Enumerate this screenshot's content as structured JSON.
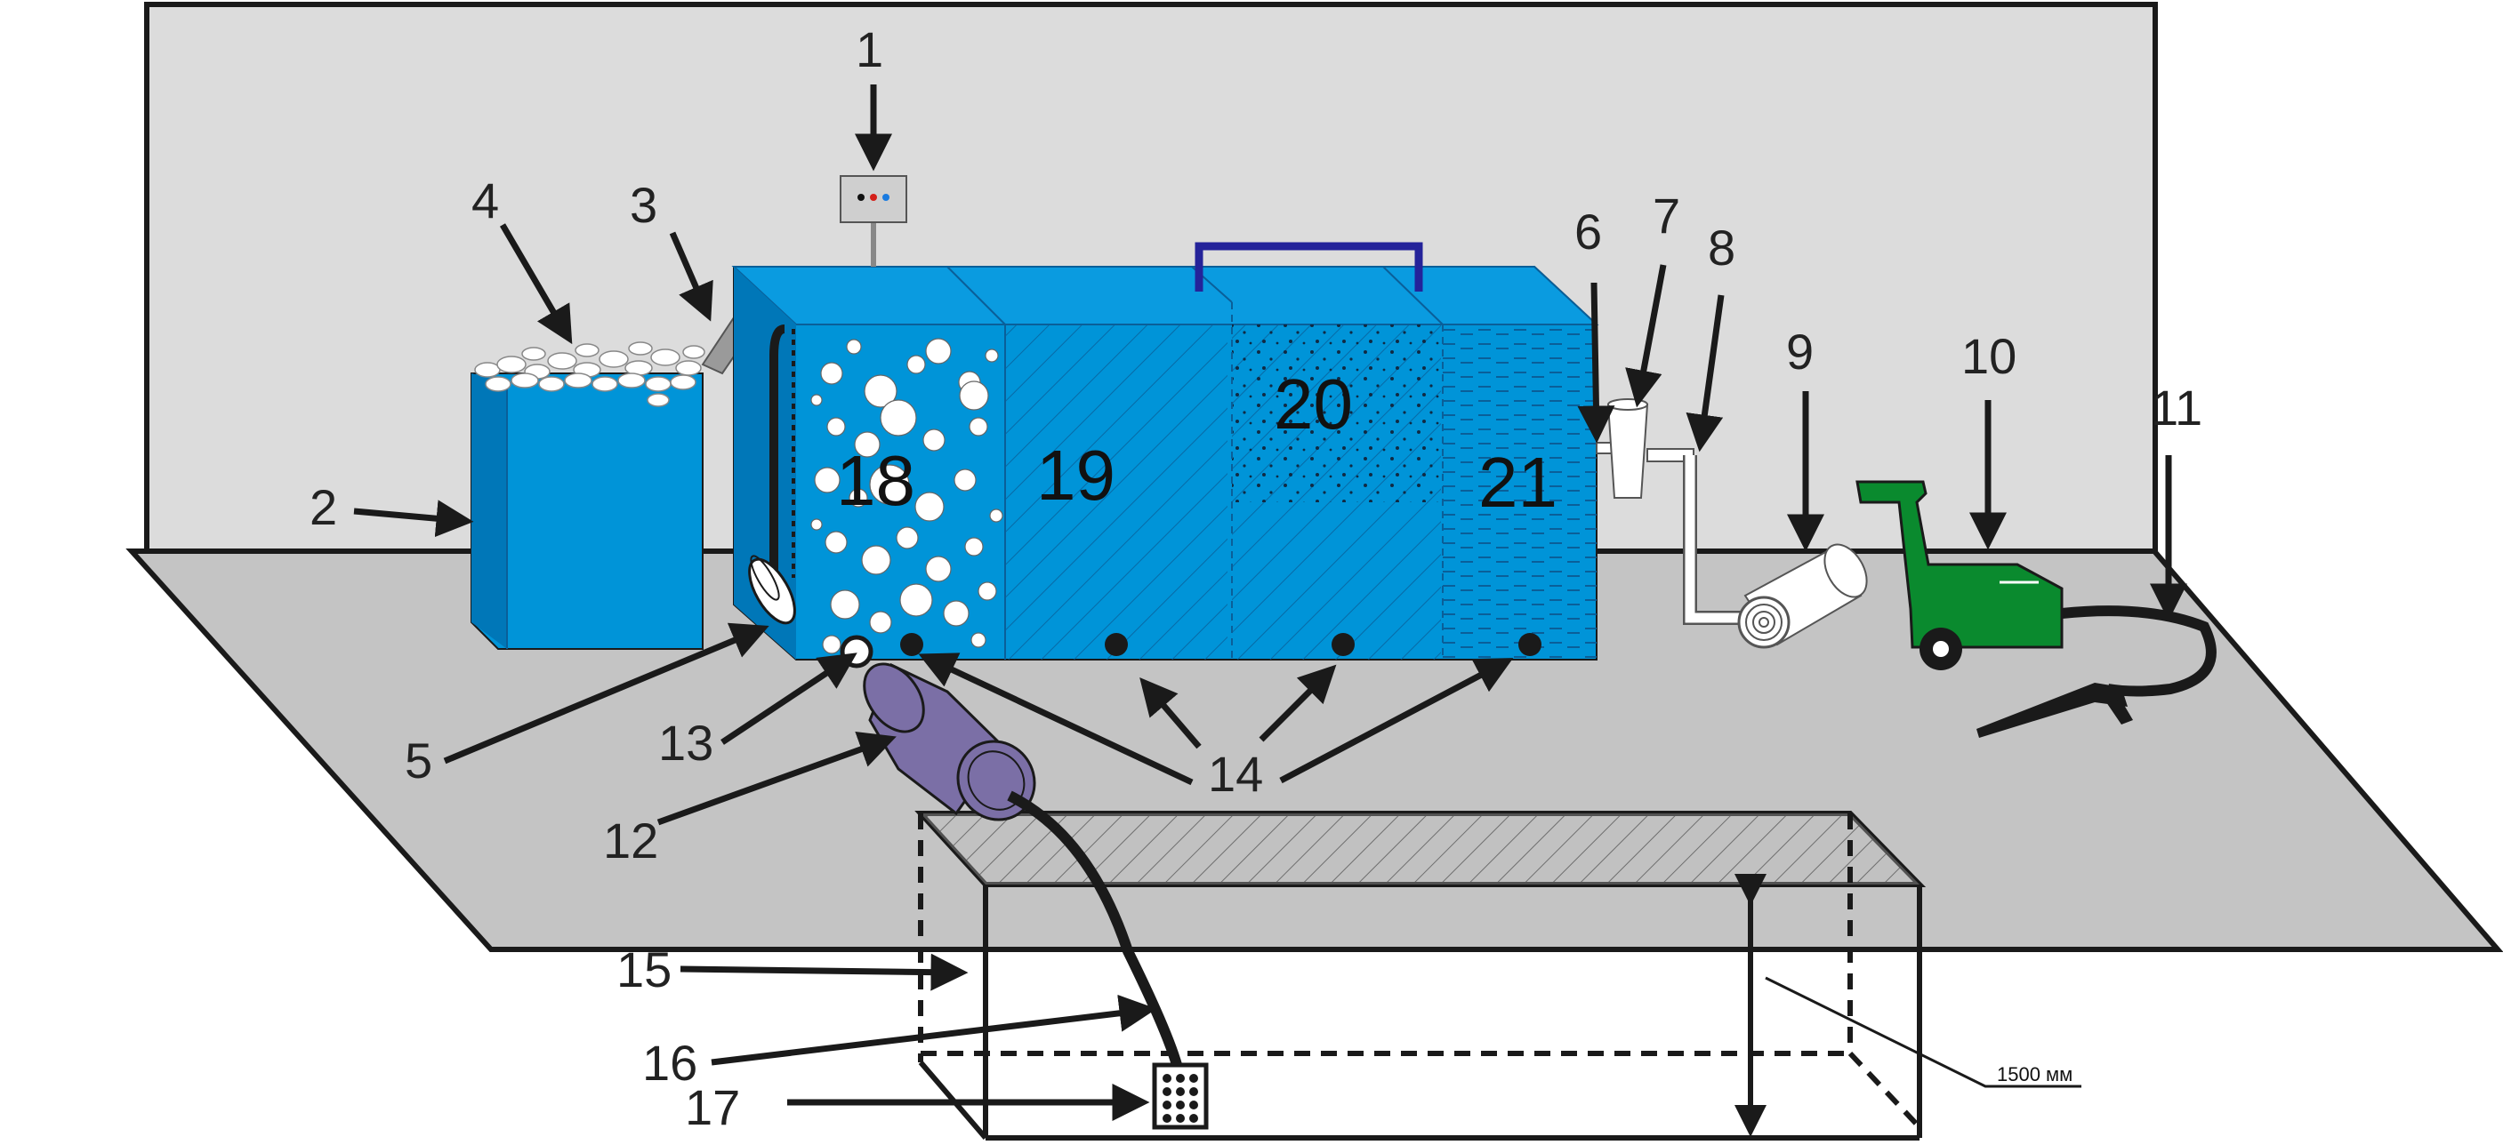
{
  "labels": {
    "n1": "1",
    "n2": "2",
    "n3": "3",
    "n4": "4",
    "n5": "5",
    "n6": "6",
    "n7": "7",
    "n8": "8",
    "n9": "9",
    "n10": "10",
    "n11": "11",
    "n12": "12",
    "n13": "13",
    "n14": "14",
    "n15": "15",
    "n16": "16",
    "n17": "17"
  },
  "zones": {
    "z18": "18",
    "z19": "19",
    "z20": "20",
    "z21": "21"
  },
  "dimension": "1500 мм",
  "colors": {
    "wall": "#dcdcdc",
    "floor": "#c4c4c4",
    "tank": "#0094d8",
    "tank_dark": "#0077b8",
    "pump": "#0a8a2e",
    "cylinder": "#7b6fa6",
    "handle": "#24239a"
  }
}
